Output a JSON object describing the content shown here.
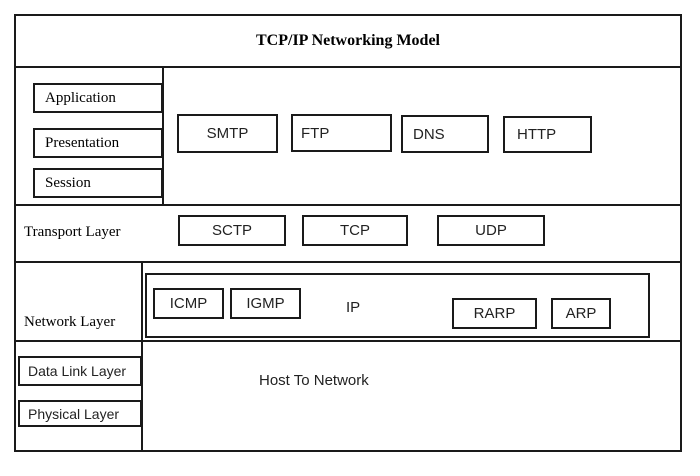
{
  "diagram": {
    "title": "TCP/IP Networking Model",
    "upper_section": {
      "osi_layers": [
        {
          "label": "Application"
        },
        {
          "label": "Presentation"
        },
        {
          "label": "Session"
        }
      ],
      "protocols": [
        {
          "label": "SMTP"
        },
        {
          "label": "FTP"
        },
        {
          "label": "DNS"
        },
        {
          "label": "HTTP"
        }
      ]
    },
    "transport_section": {
      "label": "Transport Layer",
      "protocols": [
        {
          "label": "SCTP"
        },
        {
          "label": "TCP"
        },
        {
          "label": "UDP"
        }
      ]
    },
    "network_section": {
      "label": "Network Layer",
      "ip_label": "IP",
      "protocols_left": [
        {
          "label": "ICMP"
        },
        {
          "label": "IGMP"
        }
      ],
      "protocols_right": [
        {
          "label": "RARP"
        },
        {
          "label": "ARP"
        }
      ]
    },
    "bottom_section": {
      "layers": [
        {
          "label": "Data Link Layer"
        },
        {
          "label": "Physical Layer"
        }
      ],
      "label": "Host To Network"
    },
    "colors": {
      "border": "#1a1a1a",
      "background": "#ffffff",
      "text": "#222222"
    }
  }
}
